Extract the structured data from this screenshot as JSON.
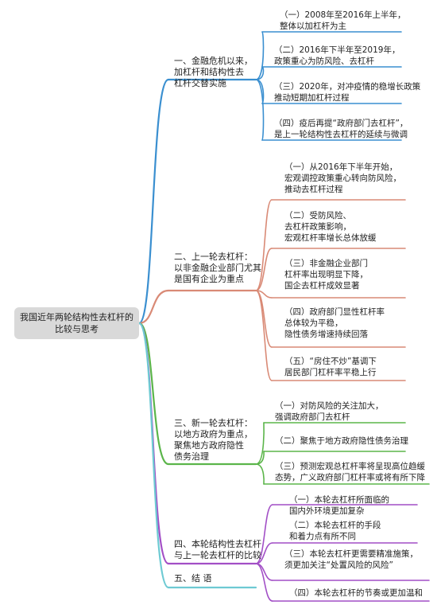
{
  "root": "我国近年两轮结构性去杠杆的\n比较与思考",
  "branches": [
    {
      "label": "一、金融危机以来，\n加杠杆和结构性去\n杠杆交替实施",
      "color": "#3a8fd0",
      "children": [
        "（一）2008年至2016年上半年，\n整体以加杠杆为主",
        "（二）2016年下半年至2019年，\n政策重心为防风险、去杠杆",
        "（三）2020年，对冲疫情的稳增长政策\n推动短期加杠杆过程",
        "（四）疫后再提“政府部门去杠杆”，\n是上一轮结构性去杠杆的延续与微调"
      ]
    },
    {
      "label": "二、上一轮去杠杆：\n以非金融企业部门尤其\n是国有企业为重点",
      "color": "#d98a76",
      "children": [
        "（一）从2016年下半年开始，\n宏观调控政策重心转向防风险，\n推动去杠杆过程",
        "（二）受防风险、\n去杠杆政策影响，\n宏观杠杆率增长总体放缓",
        "（三）非金融企业部门\n杠杆率出现明显下降，\n国企去杠杆成效显著",
        "（四）政府部门显性杠杆率\n总体较为平稳，\n隐性债务增速持续回落",
        "（五）“房住不炒”基调下\n居民部门杠杆率平稳上行"
      ]
    },
    {
      "label": "三、新一轮去杠杆：\n以地方政府为重点，\n聚焦地方政府隐性\n债务治理",
      "color": "#5bb54a",
      "children": [
        "（一）对防风险的关注加大，\n强调政府部门去杠杆",
        "（二）聚焦于地方政府隐性债务治理",
        "（三）预测宏观总杠杆率将呈现高位趋缓\n态势，广义政府部门杠杆率或将有所下降"
      ]
    },
    {
      "label": "四、本轮结构性去杠杆\n与上一轮去杠杆的比较",
      "color": "#a24fc6",
      "children": [
        "（一）本轮去杠杆所面临的\n国内外环境更加复杂",
        "（二）本轮去杠杆的手段\n和着力点有所不同",
        "（三）本轮去杠杆更需要精准施策，\n须更加关注“处置风险的风险”",
        "（四）本轮去杠杆的节奏或更加温和"
      ]
    },
    {
      "label": "五、结 语",
      "color": "#6ecad3",
      "children": []
    }
  ]
}
